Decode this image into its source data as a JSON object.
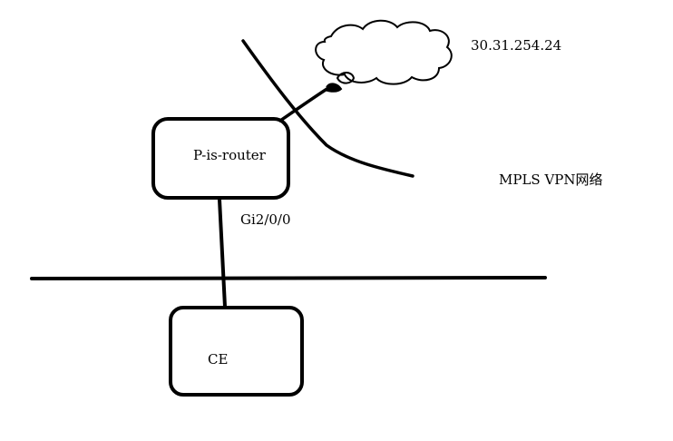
{
  "diagram": {
    "nodes": {
      "p_router": {
        "label": "P-is-router"
      },
      "ce": {
        "label": "CE"
      }
    },
    "labels": {
      "cloud_ip": "30.31.254.24",
      "interface": "Gi2/0/0",
      "network": "MPLS VPN网络"
    },
    "colors": {
      "stroke": "#000000",
      "background": "#ffffff"
    }
  }
}
